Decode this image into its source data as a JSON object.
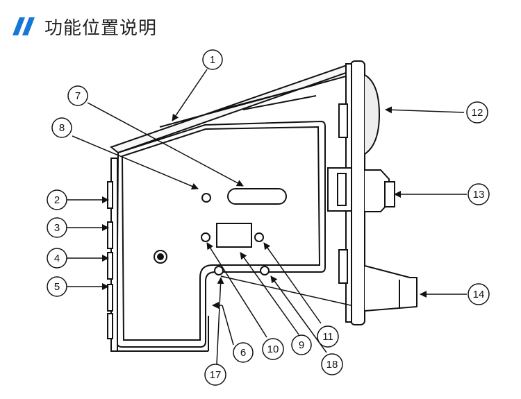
{
  "header": {
    "title": "功能位置说明",
    "accent_color": "#1677d6",
    "icon": "double-slash-icon"
  },
  "diagram": {
    "callouts": [
      {
        "id": 1,
        "label": "1"
      },
      {
        "id": 2,
        "label": "2"
      },
      {
        "id": 3,
        "label": "3"
      },
      {
        "id": 4,
        "label": "4"
      },
      {
        "id": 5,
        "label": "5"
      },
      {
        "id": 6,
        "label": "6"
      },
      {
        "id": 7,
        "label": "7"
      },
      {
        "id": 8,
        "label": "8"
      },
      {
        "id": 9,
        "label": "9"
      },
      {
        "id": 10,
        "label": "10"
      },
      {
        "id": 11,
        "label": "11"
      },
      {
        "id": 12,
        "label": "12"
      },
      {
        "id": 13,
        "label": "13"
      },
      {
        "id": 14,
        "label": "14"
      },
      {
        "id": 17,
        "label": "17"
      },
      {
        "id": 18,
        "label": "18"
      }
    ]
  }
}
